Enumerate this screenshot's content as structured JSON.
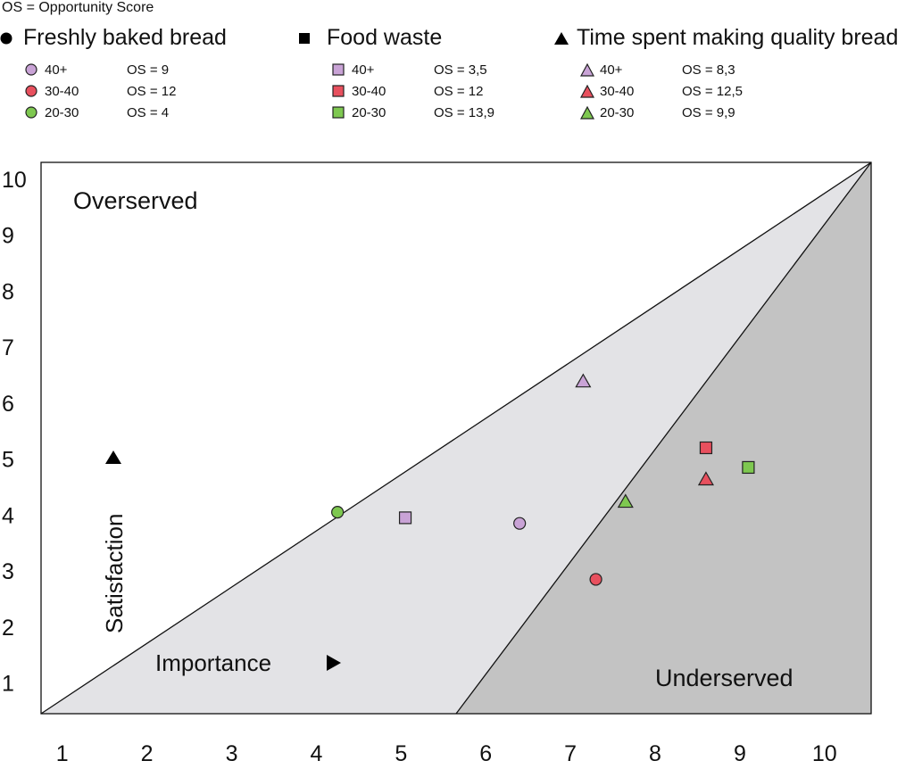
{
  "abbreviation_note": "OS = Opportunity Score",
  "legend": [
    {
      "title": "Freshly baked bread",
      "shape": "circle",
      "entries": [
        {
          "age": "40+",
          "os": "OS = 9",
          "color": "#c9a3d6"
        },
        {
          "age": "30-40",
          "os": "OS = 12",
          "color": "#e8505e"
        },
        {
          "age": "20-30",
          "os": "OS = 4",
          "color": "#7ec850"
        }
      ]
    },
    {
      "title": "Food waste",
      "shape": "square",
      "entries": [
        {
          "age": "40+",
          "os": "OS = 3,5",
          "color": "#c9a3d6"
        },
        {
          "age": "30-40",
          "os": "OS = 12",
          "color": "#e8505e"
        },
        {
          "age": "20-30",
          "os": "OS = 13,9",
          "color": "#7ec850"
        }
      ]
    },
    {
      "title": "Time spent making quality bread",
      "shape": "triangle",
      "entries": [
        {
          "age": "40+",
          "os": "OS = 8,3",
          "color": "#c9a3d6"
        },
        {
          "age": "30-40",
          "os": "OS = 12,5",
          "color": "#e8505e"
        },
        {
          "age": "20-30",
          "os": "OS = 9,9",
          "color": "#7ec850"
        }
      ]
    }
  ],
  "chart_data": {
    "type": "scatter",
    "xlabel": "Importance",
    "ylabel": "Satisfaction",
    "xlim": [
      0.75,
      10.55
    ],
    "ylim": [
      0.45,
      10.3
    ],
    "x_ticks": [
      1,
      2,
      3,
      4,
      5,
      6,
      7,
      8,
      9,
      10
    ],
    "y_ticks": [
      1,
      2,
      3,
      4,
      5,
      6,
      7,
      8,
      9,
      10
    ],
    "regions": [
      {
        "label": "Overserved",
        "color": "#ffffff"
      },
      {
        "label": "Underserved",
        "color": "#c3c3c3"
      }
    ],
    "middle_band_color": "#e3e3e6",
    "series": [
      {
        "name": "Freshly baked bread",
        "shape": "circle",
        "points": [
          {
            "age": "40+",
            "x": 6.4,
            "y": 3.85,
            "color": "#c9a3d6"
          },
          {
            "age": "30-40",
            "x": 7.3,
            "y": 2.85,
            "color": "#e8505e"
          },
          {
            "age": "20-30",
            "x": 4.25,
            "y": 4.05,
            "color": "#7ec850"
          }
        ]
      },
      {
        "name": "Food waste",
        "shape": "square",
        "points": [
          {
            "age": "40+",
            "x": 5.05,
            "y": 3.95,
            "color": "#c9a3d6"
          },
          {
            "age": "30-40",
            "x": 8.6,
            "y": 5.2,
            "color": "#e8505e"
          },
          {
            "age": "20-30",
            "x": 9.1,
            "y": 4.85,
            "color": "#7ec850"
          }
        ]
      },
      {
        "name": "Time spent making quality bread",
        "shape": "triangle",
        "points": [
          {
            "age": "40+",
            "x": 7.15,
            "y": 6.4,
            "color": "#c9a3d6"
          },
          {
            "age": "30-40",
            "x": 8.6,
            "y": 4.65,
            "color": "#e8505e"
          },
          {
            "age": "20-30",
            "x": 7.65,
            "y": 4.25,
            "color": "#7ec850"
          }
        ]
      }
    ]
  }
}
